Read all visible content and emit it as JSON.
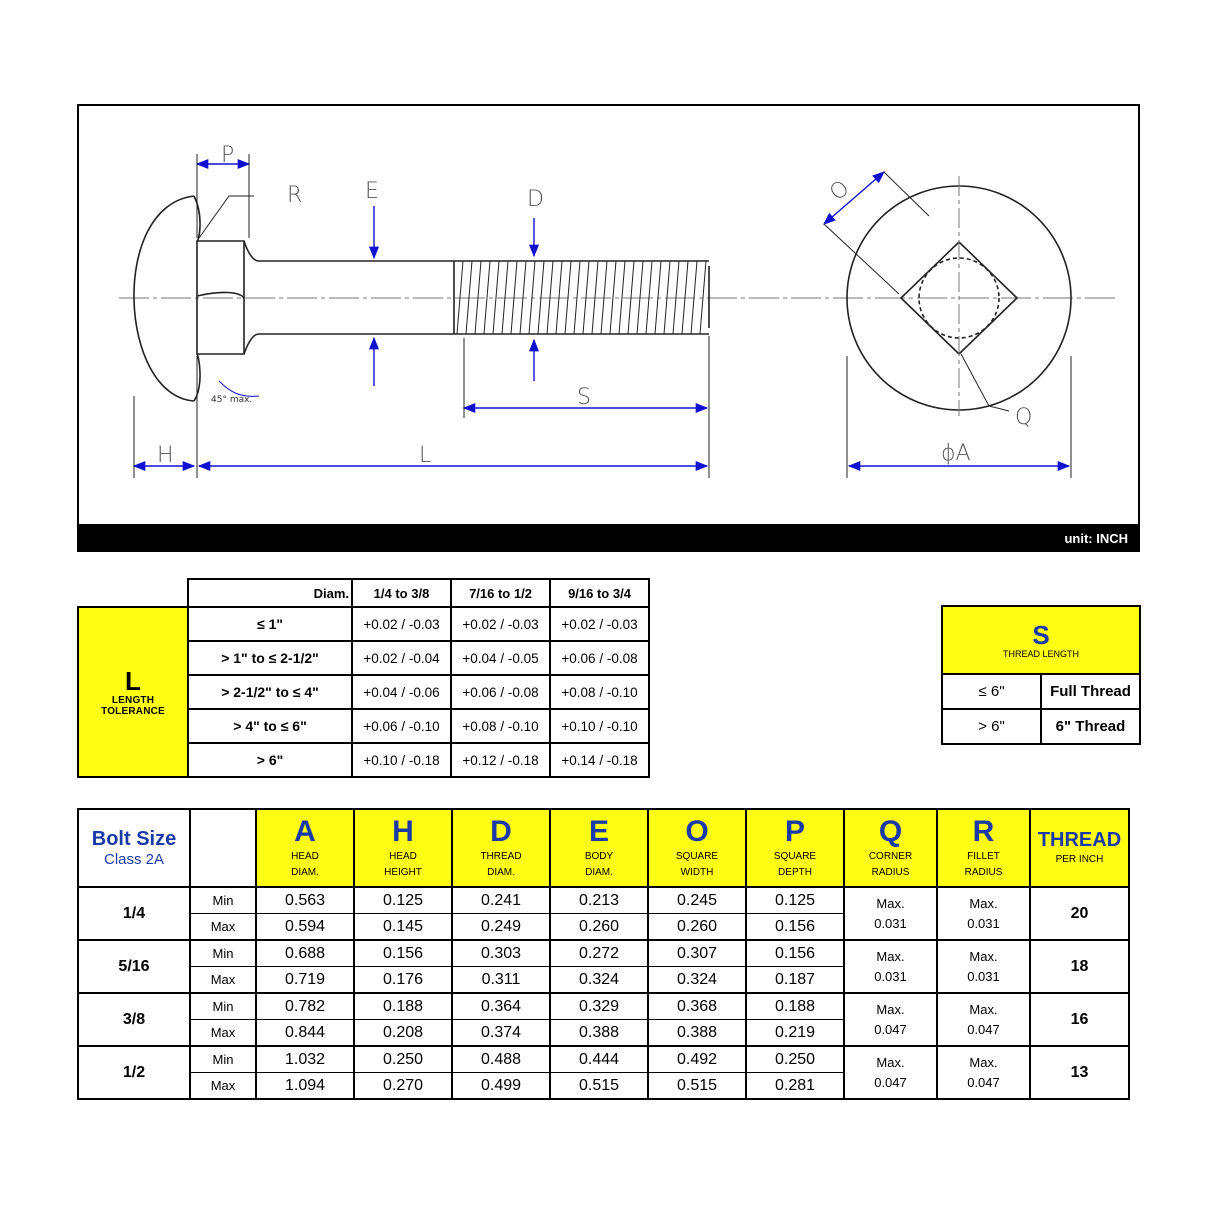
{
  "drawing": {
    "labels": {
      "P": "P",
      "R": "R",
      "E": "E",
      "D": "D",
      "O": "O",
      "S": "S",
      "Q": "Q",
      "H": "H",
      "L": "L",
      "A": "ϕA",
      "angle": "45° max."
    },
    "unit": "unit: INCH",
    "colors": {
      "arrow": "#1010d0",
      "line": "#222222"
    }
  },
  "length_tolerance": {
    "diam_label": "Diam.",
    "columns": [
      "1/4 to 3/8",
      "7/16 to 1/2",
      "9/16 to 3/4"
    ],
    "title_letter": "L",
    "title_lines": [
      "LENGTH",
      "TOLERANCE"
    ],
    "rows": [
      {
        "range": "≤ 1\"",
        "values": [
          "+0.02 / -0.03",
          "+0.02 / -0.03",
          "+0.02 / -0.03"
        ]
      },
      {
        "range": "> 1\" to ≤ 2-1/2\"",
        "values": [
          "+0.02 / -0.04",
          "+0.04 / -0.05",
          "+0.06 / -0.08"
        ]
      },
      {
        "range": "> 2-1/2\" to ≤ 4\"",
        "values": [
          "+0.04 / -0.06",
          "+0.06 / -0.08",
          "+0.08 / -0.10"
        ]
      },
      {
        "range": "> 4\" to ≤ 6\"",
        "values": [
          "+0.06 / -0.10",
          "+0.08 / -0.10",
          "+0.10 / -0.10"
        ]
      },
      {
        "range": "> 6\"",
        "values": [
          "+0.10 / -0.18",
          "+0.12 / -0.18",
          "+0.14 / -0.18"
        ]
      }
    ]
  },
  "thread_length": {
    "letter": "S",
    "caption": "THREAD LENGTH",
    "rows": [
      {
        "range": "≤ 6\"",
        "value": "Full Thread"
      },
      {
        "range": "> 6\"",
        "value": "6\" Thread"
      }
    ]
  },
  "dimensions": {
    "bolt_size_label": "Bolt Size",
    "class_label": "Class 2A",
    "columns": [
      {
        "letter": "A",
        "lines": [
          "HEAD",
          "DIAM."
        ]
      },
      {
        "letter": "H",
        "lines": [
          "HEAD",
          "HEIGHT"
        ]
      },
      {
        "letter": "D",
        "lines": [
          "THREAD",
          "DIAM."
        ]
      },
      {
        "letter": "E",
        "lines": [
          "BODY",
          "DIAM."
        ]
      },
      {
        "letter": "O",
        "lines": [
          "SQUARE",
          "WIDTH"
        ]
      },
      {
        "letter": "P",
        "lines": [
          "SQUARE",
          "DEPTH"
        ]
      },
      {
        "letter": "Q",
        "lines": [
          "CORNER",
          "RADIUS"
        ]
      },
      {
        "letter": "R",
        "lines": [
          "FILLET",
          "RADIUS"
        ]
      }
    ],
    "thread_label": "THREAD",
    "thread_sub": "PER INCH",
    "min_label": "Min",
    "max_label": "Max",
    "rows": [
      {
        "size": "1/4",
        "min": [
          "0.563",
          "0.125",
          "0.241",
          "0.213",
          "0.245",
          "0.125"
        ],
        "max": [
          "0.594",
          "0.145",
          "0.249",
          "0.260",
          "0.260",
          "0.156"
        ],
        "q": [
          "Max.",
          "0.031"
        ],
        "r": [
          "Max.",
          "0.031"
        ],
        "tpi": "20"
      },
      {
        "size": "5/16",
        "min": [
          "0.688",
          "0.156",
          "0.303",
          "0.272",
          "0.307",
          "0.156"
        ],
        "max": [
          "0.719",
          "0.176",
          "0.311",
          "0.324",
          "0.324",
          "0.187"
        ],
        "q": [
          "Max.",
          "0.031"
        ],
        "r": [
          "Max.",
          "0.031"
        ],
        "tpi": "18"
      },
      {
        "size": "3/8",
        "min": [
          "0.782",
          "0.188",
          "0.364",
          "0.329",
          "0.368",
          "0.188"
        ],
        "max": [
          "0.844",
          "0.208",
          "0.374",
          "0.388",
          "0.388",
          "0.219"
        ],
        "q": [
          "Max.",
          "0.047"
        ],
        "r": [
          "Max.",
          "0.047"
        ],
        "tpi": "16"
      },
      {
        "size": "1/2",
        "min": [
          "1.032",
          "0.250",
          "0.488",
          "0.444",
          "0.492",
          "0.250"
        ],
        "max": [
          "1.094",
          "0.270",
          "0.499",
          "0.515",
          "0.515",
          "0.281"
        ],
        "q": [
          "Max.",
          "0.047"
        ],
        "r": [
          "Max.",
          "0.047"
        ],
        "tpi": "13"
      }
    ]
  }
}
